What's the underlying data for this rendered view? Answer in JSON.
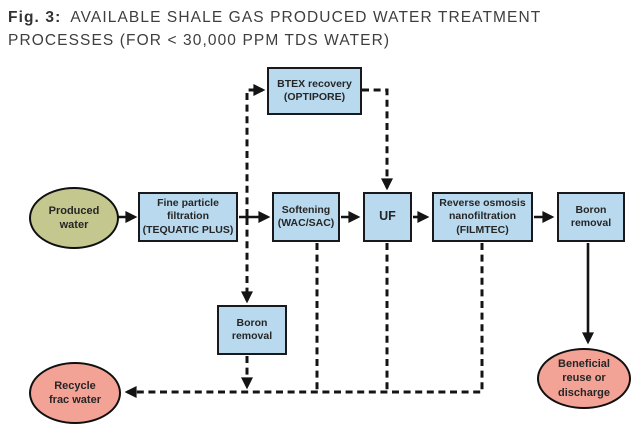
{
  "figure": {
    "background": "#ffffff",
    "title": {
      "prefix": "Fig. 3:",
      "line1": "AVAILABLE SHALE GAS PRODUCED WATER TREATMENT",
      "line2": "PROCESSES (FOR < 30,000 PPM TDS WATER)"
    }
  },
  "colors": {
    "process_box_fill": "#b9d9ee",
    "source_ellipse_fill": "#c4c78e",
    "outcome_ellipse_fill": "#f3a296",
    "line_and_border": "#141414",
    "title_text": "#3e3e3e"
  },
  "nodes": {
    "produced_water": {
      "shape": "ellipse",
      "label": "Produced\nwater"
    },
    "fine_particle": {
      "shape": "box",
      "label": "Fine particle\nfiltration\n(TEQUATIC PLUS)"
    },
    "btex_recovery": {
      "shape": "box",
      "label": "BTEX recovery\n(OPTIPORE)"
    },
    "softening": {
      "shape": "box",
      "label": "Softening\n(WAC/SAC)"
    },
    "uf": {
      "shape": "box",
      "label": "UF"
    },
    "reverse_osmosis": {
      "shape": "box",
      "label": "Reverse osmosis\nnanofiltration\n(FILMTEC)"
    },
    "boron_removal_main": {
      "shape": "box",
      "label": "Boron\nremoval"
    },
    "boron_removal_branch": {
      "shape": "box",
      "label": "Boron\nremoval"
    },
    "recycle_frac_water": {
      "shape": "ellipse",
      "label": "Recycle\nfrac water"
    },
    "beneficial_reuse": {
      "shape": "ellipse",
      "label": "Beneficial\nreuse or\ndischarge"
    }
  },
  "edges": [
    {
      "from": "produced_water",
      "to": "fine_particle",
      "style": "solid"
    },
    {
      "from": "fine_particle",
      "to": "softening",
      "style": "solid"
    },
    {
      "from": "fine_particle",
      "to": "btex_recovery",
      "style": "dashed"
    },
    {
      "from": "btex_recovery",
      "to": "uf",
      "style": "dashed"
    },
    {
      "from": "fine_particle",
      "to": "boron_removal_branch",
      "style": "dashed"
    },
    {
      "from": "boron_removal_branch",
      "to": "recycle_frac_water",
      "style": "dashed"
    },
    {
      "from": "softening",
      "to": "uf",
      "style": "solid"
    },
    {
      "from": "softening",
      "to": "recycle_frac_water",
      "style": "dashed"
    },
    {
      "from": "uf",
      "to": "reverse_osmosis",
      "style": "solid"
    },
    {
      "from": "uf",
      "to": "recycle_frac_water",
      "style": "dashed"
    },
    {
      "from": "reverse_osmosis",
      "to": "boron_removal_main",
      "style": "solid"
    },
    {
      "from": "reverse_osmosis",
      "to": "recycle_frac_water",
      "style": "dashed"
    },
    {
      "from": "boron_removal_main",
      "to": "beneficial_reuse",
      "style": "solid"
    }
  ]
}
